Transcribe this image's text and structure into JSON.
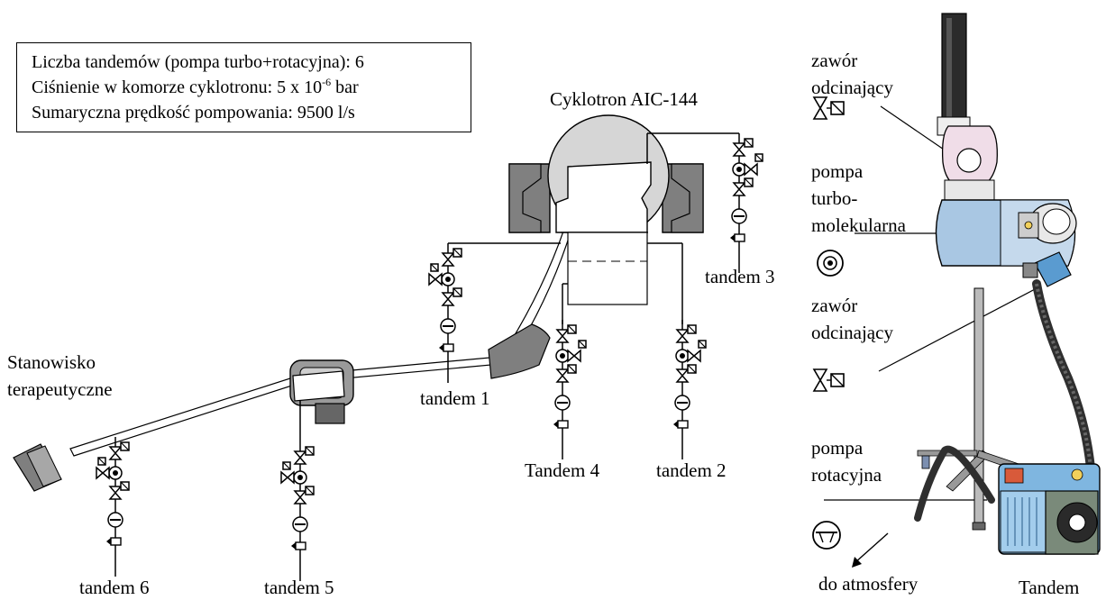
{
  "info": {
    "line1": "Liczba tandemów (pompa turbo+rotacyjna): 6",
    "line2_prefix": "Ciśnienie w komorze cyklotronu:  5 x 10",
    "line2_exp": "-6",
    "line2_suffix": " bar",
    "line3": "Sumaryczna prędkość pompowania:  9500 l/s"
  },
  "labels": {
    "cyclotron": "Cyklotron AIC-144",
    "station_line1": "Stanowisko",
    "station_line2": "terapeutyczne",
    "tandem1": "tandem 1",
    "tandem2": "tandem 2",
    "tandem3": "tandem 3",
    "tandem4": "Tandem 4",
    "tandem5": "tandem 5",
    "tandem6": "tandem 6"
  },
  "legend": {
    "valve_top_line1": "zawór",
    "valve_top_line2": "odcinający",
    "turbo_line1": "pompa",
    "turbo_line2": "turbo-",
    "turbo_line3": "molekularna",
    "valve_mid_line1": "zawór",
    "valve_mid_line2": "odcinający",
    "rotary_line1": "pompa",
    "rotary_line2": "rotacyjna",
    "exhaust": "do atmosfery",
    "tandem": "Tandem"
  },
  "colors": {
    "magnet_gray": "#808080",
    "chamber_light": "#d8d8d8",
    "valve_body_pink": "#f0dde8",
    "turbo_blue": "#a9c7e3",
    "rotary_blue": "#7fb6e0"
  }
}
